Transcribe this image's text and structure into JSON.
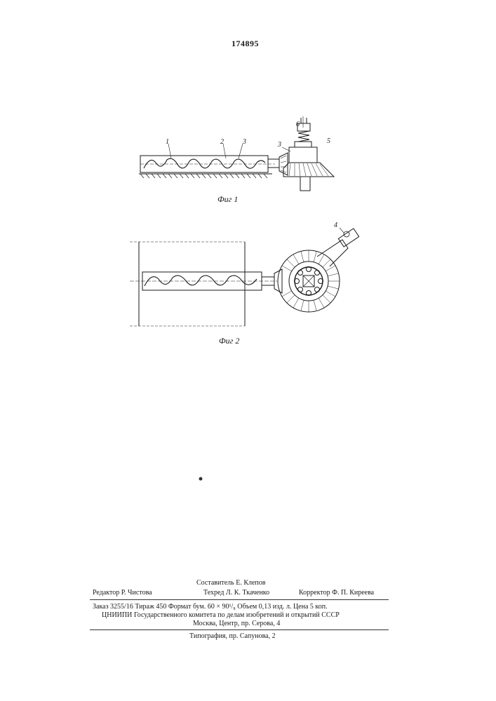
{
  "patent_number": "174895",
  "figures": {
    "fig1": {
      "caption": "Фиг 1",
      "labels": [
        "1",
        "2",
        "3",
        "3",
        "6",
        "5"
      ]
    },
    "fig2": {
      "caption": "Фиг 2",
      "labels": [
        "4"
      ]
    }
  },
  "colophon": {
    "compiler": "Составитель Е. Клепов",
    "editor": "Редактор Р. Чистова",
    "techred": "Техред Л. К. Ткаченко",
    "corrector": "Корректор Ф. П. Киреева",
    "order_line": "Заказ 3255/16   Тираж 450   Формат бум. 60 × 90¹/₈   Объем 0,13 изд. л.   Цена 5 коп.",
    "org_line": "ЦНИИПИ Государственного комитета по делам изобретений и открытий СССР",
    "address_line": "Москва, Центр, пр. Серова, 4",
    "printer_line": "Типография, пр. Сапунова, 2"
  }
}
